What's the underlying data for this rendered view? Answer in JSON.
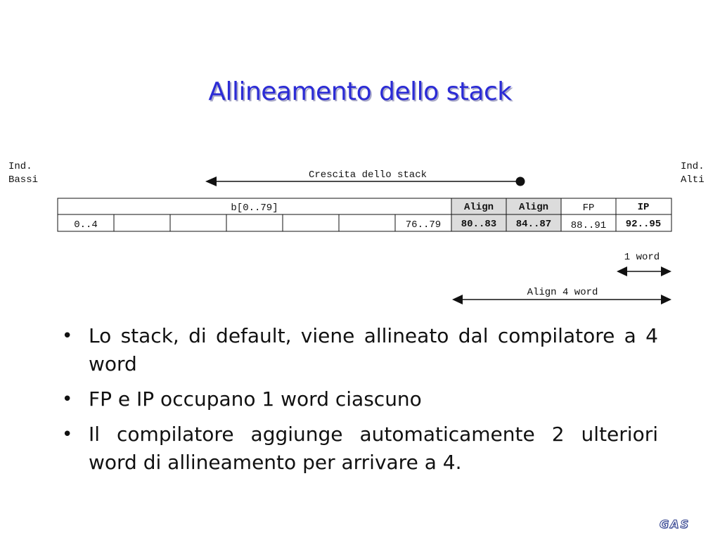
{
  "title": "Allineamento dello stack",
  "diagram": {
    "low_label": [
      "Ind.",
      "Bassi"
    ],
    "high_label": [
      "Ind.",
      "Alti"
    ],
    "growth_label": "Crescita dello stack",
    "buffer_label": "b[0..79]",
    "header_cells": [
      "Align",
      "Align",
      "FP",
      "IP"
    ],
    "row_cells": [
      "0..4",
      "",
      "",
      "",
      "",
      "",
      "76..79",
      "80..83",
      "84..87",
      "88..91",
      "92..95"
    ],
    "one_word_label": "1 word",
    "align_label": "Align  4 word"
  },
  "bullets": [
    "Lo stack, di default, viene allineato dal compilatore a 4 word",
    "FP e IP occupano 1 word ciascuno",
    "Il compilatore aggiunge automaticamente 2 ulteriori word di allineamento per arrivare a 4."
  ],
  "logo": "GAS",
  "colors": {
    "title": "#2b2bd6",
    "shaded_cell": "#dcdcdc"
  }
}
